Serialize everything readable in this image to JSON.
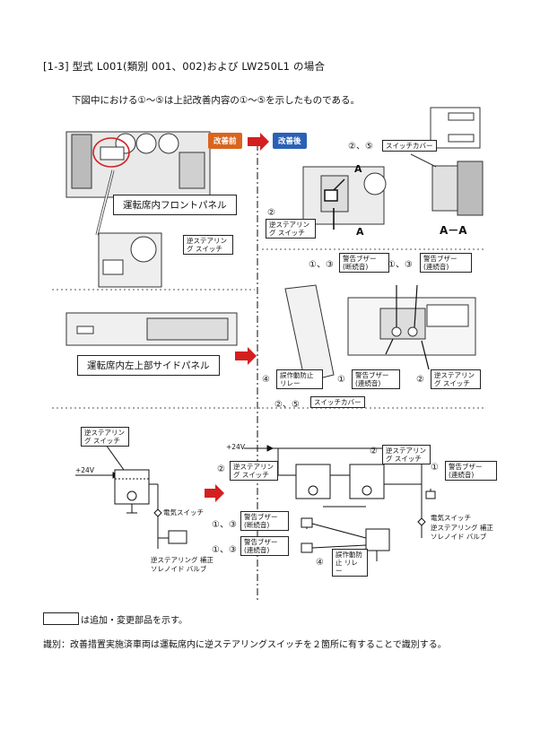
{
  "header": {
    "title": "[1-3] 型式 L001(類別 001、002)および LW250L1 の場合",
    "intro": "下図中における①～⑤は上記改善内容の①～⑤を示したものである。"
  },
  "tags": {
    "before": "改善前",
    "after": "改善後"
  },
  "panels": {
    "front": "運転席内フロントパネル",
    "side": "運転席内左上部サイドパネル"
  },
  "labels": {
    "reverse_switch": "逆ステアリング スイッチ",
    "switch_cover": "スイッチカバー",
    "a_mark": "A",
    "section_aa": "A－A",
    "buzzer_intermittent": "警告ブザー (断続音)",
    "buzzer_continuous": "警告ブザー (連続音)",
    "misop_relay": "誤作動防止 リレー",
    "plus24v": "+24V",
    "elec_switch": "電気スイッチ",
    "solenoid_valve": "逆ステアリング 補正 ソレノイド バルブ"
  },
  "markers": {
    "m25": "②、⑤",
    "m13": "①、③",
    "m1": "①",
    "m2": "②",
    "m4": "④",
    "m3": "③"
  },
  "legend": "は追加・変更部品を示す。",
  "footer": "識別：改善措置実施済車両は運転席内に逆ステアリングスイッチを２箇所に有することで識別する。"
}
